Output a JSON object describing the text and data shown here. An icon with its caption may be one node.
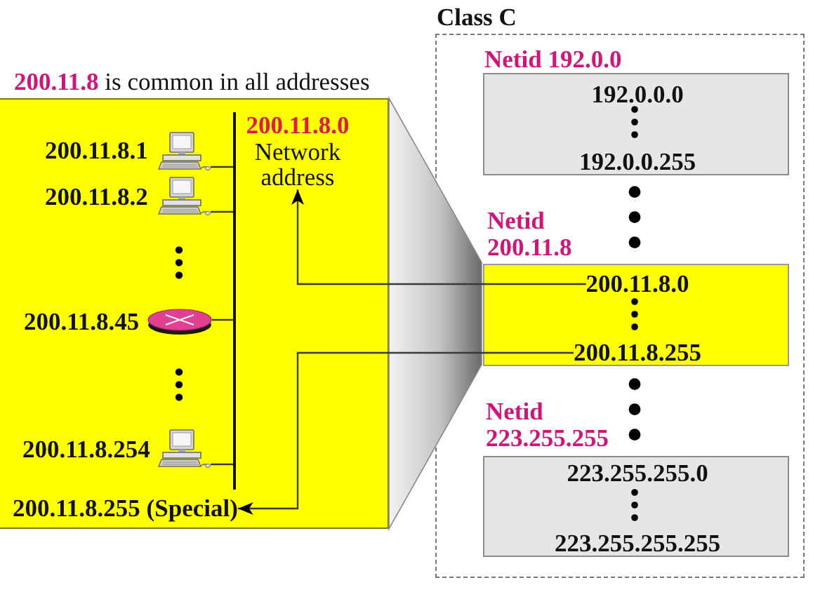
{
  "diagram": {
    "nodes": [
      {
        "text": [
          "**200.11.8** is common in all addresses"
        ]
      },
      {
        "text": [],
        "shape": "bar",
        "in": 0
      },
      {
        "text": [],
        "shape": "picture",
        "in": 0,
        "beside": [
          "200.11.8.1"
        ]
      },
      {
        "text": [],
        "shape": "picture",
        "in": 0,
        "beside": [
          "200.11.8.2"
        ]
      },
      {
        "text": [],
        "shape": "picture",
        "in": 0,
        "beside": [
          "200.11.8.45"
        ]
      },
      {
        "text": [],
        "shape": "picture",
        "in": 0,
        "beside": [
          "200.11.8.254"
        ]
      },
      {
        "text": [
          "200.11.8.0",
          "Network address"
        ],
        "in": 0
      },
      {
        "text": [
          "200.11.8.255 (Special)"
        ],
        "in": 0
      },
      {
        "text": [
          "Class C"
        ]
      },
      {
        "text": [
          "Netid 192.0.0",
          "192.0.0.0",
          "192.0.0.255"
        ],
        "in": 8
      },
      {
        "text": [
          "Netid 200.11.8"
        ],
        "in": 8
      },
      {
        "text": [
          "200.11.8.0"
        ],
        "in": 10
      },
      {
        "text": [
          "200.11.8.255"
        ],
        "in": 10
      },
      {
        "text": [
          "Netid 223.255.255",
          "223.255.255.0",
          "223.255.255.255"
        ],
        "in": 8
      }
    ],
    "edges": [
      {
        "from": 2,
        "to": 1,
        "arrow": "none"
      },
      {
        "from": 3,
        "to": 1,
        "arrow": "none"
      },
      {
        "from": 4,
        "to": 1,
        "arrow": "none"
      },
      {
        "from": 5,
        "to": 1,
        "arrow": "none"
      },
      {
        "from": 11,
        "to": 6,
        "arrow": "to"
      },
      {
        "from": 12,
        "to": 7,
        "arrow": "to"
      }
    ]
  }
}
